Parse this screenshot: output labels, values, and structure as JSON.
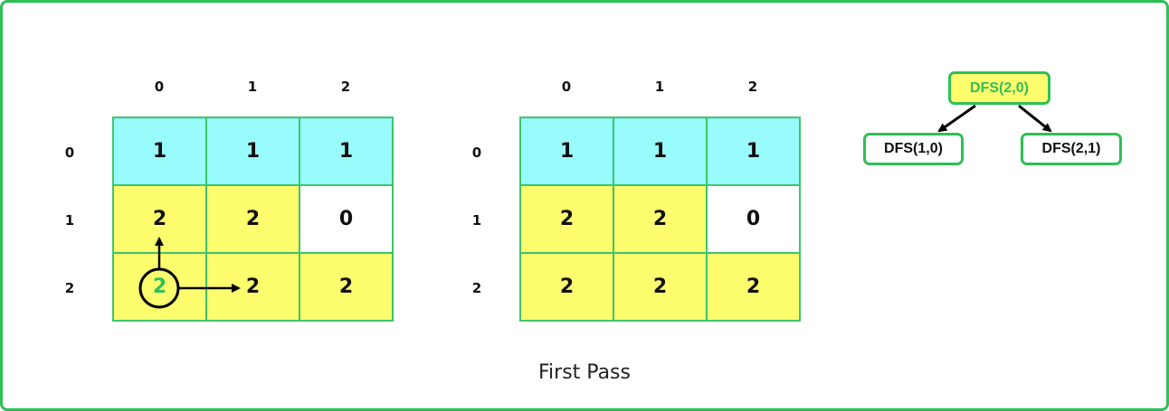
{
  "colors": {
    "border": "#2fbf57",
    "visited_row": "#98fcfc",
    "current_region": "#fdfd6e",
    "empty": "#ffffff",
    "start_digit": "#2fbf57",
    "root_node_text": "#2fbf57",
    "root_node_fill": "#fdfd6e"
  },
  "grid_left": {
    "col_labels": [
      "0",
      "1",
      "2"
    ],
    "row_labels": [
      "0",
      "1",
      "2"
    ],
    "cells": [
      [
        {
          "value": "1",
          "fill": "visited_row"
        },
        {
          "value": "1",
          "fill": "visited_row"
        },
        {
          "value": "1",
          "fill": "visited_row"
        }
      ],
      [
        {
          "value": "2",
          "fill": "current_region"
        },
        {
          "value": "2",
          "fill": "current_region"
        },
        {
          "value": "0",
          "fill": "empty"
        }
      ],
      [
        {
          "value": "2",
          "fill": "current_region",
          "highlight": true
        },
        {
          "value": "2",
          "fill": "current_region"
        },
        {
          "value": "2",
          "fill": "current_region"
        }
      ]
    ]
  },
  "grid_right": {
    "col_labels": [
      "0",
      "1",
      "2"
    ],
    "row_labels": [
      "0",
      "1",
      "2"
    ],
    "cells": [
      [
        {
          "value": "1",
          "fill": "visited_row"
        },
        {
          "value": "1",
          "fill": "visited_row"
        },
        {
          "value": "1",
          "fill": "visited_row"
        }
      ],
      [
        {
          "value": "2",
          "fill": "current_region"
        },
        {
          "value": "2",
          "fill": "current_region"
        },
        {
          "value": "0",
          "fill": "empty"
        }
      ],
      [
        {
          "value": "2",
          "fill": "current_region"
        },
        {
          "value": "2",
          "fill": "current_region"
        },
        {
          "value": "2",
          "fill": "current_region"
        }
      ]
    ]
  },
  "tree": {
    "root": "DFS(2,0)",
    "left_child": "DFS(1,0)",
    "right_child": "DFS(2,1)"
  },
  "caption": "First Pass"
}
